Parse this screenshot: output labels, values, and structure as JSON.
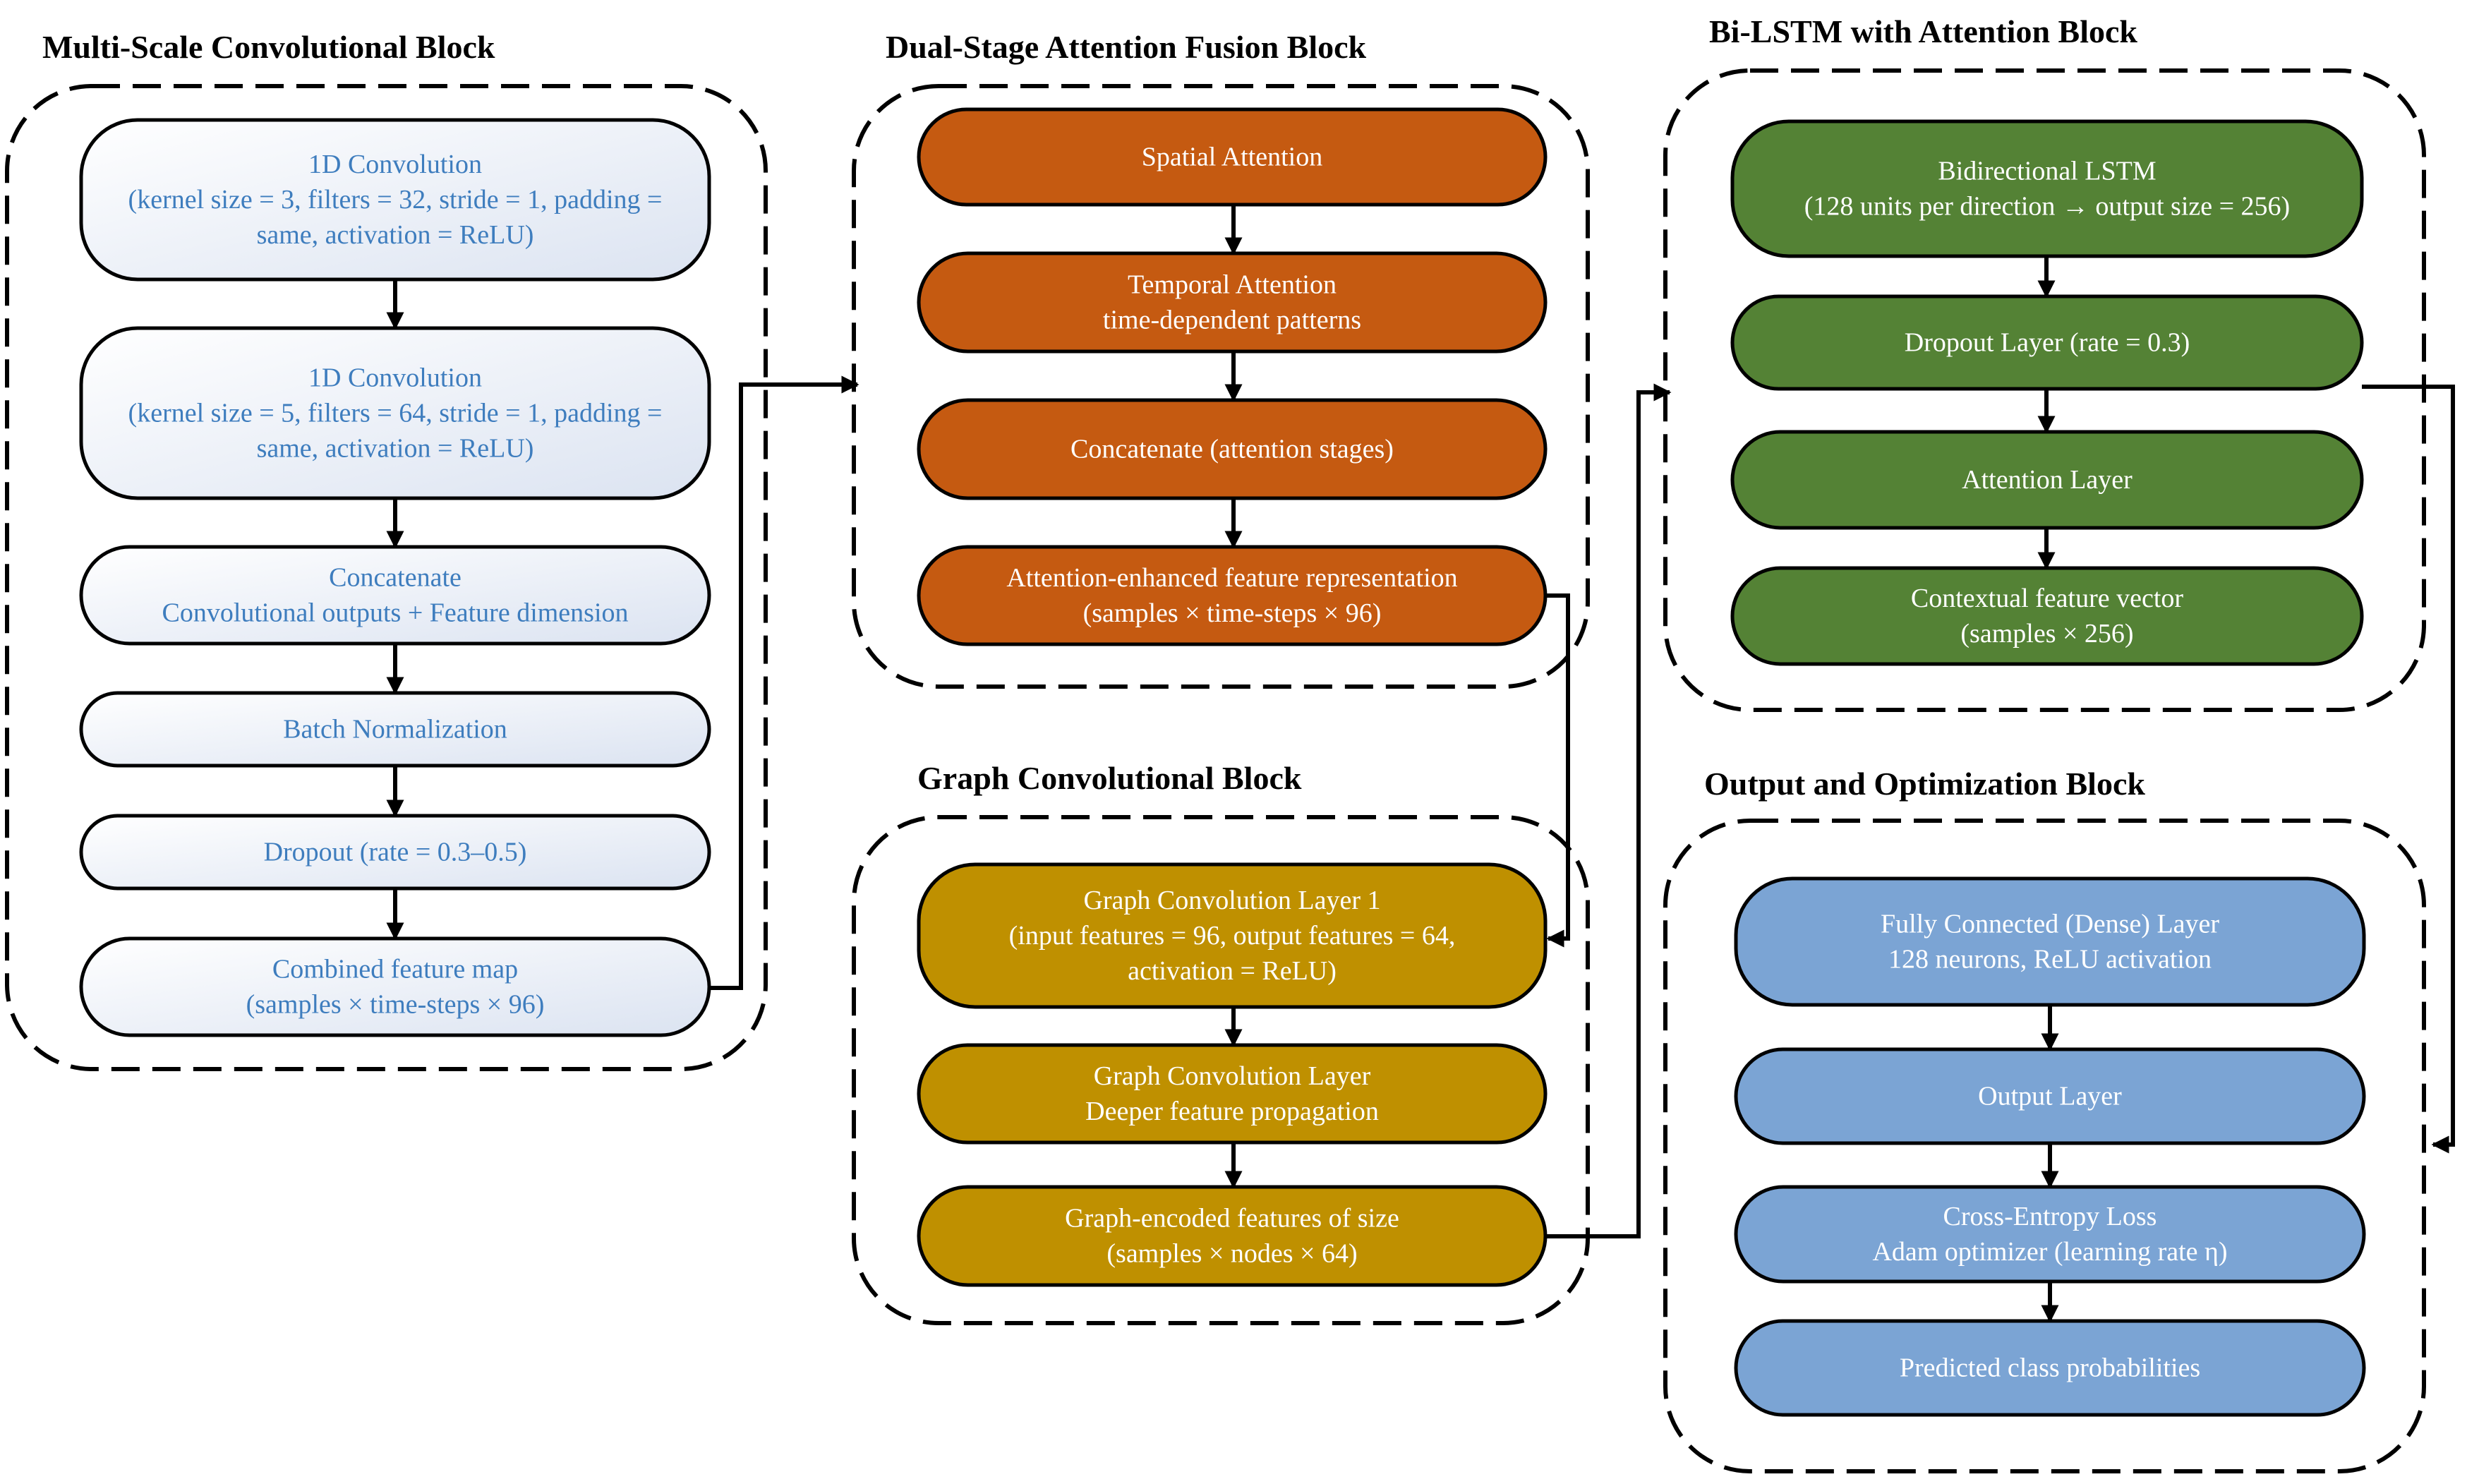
{
  "blocks": {
    "multiscale": {
      "title": "Multi-Scale Convolutional Block",
      "nodes": [
        [
          "1D Convolution",
          "(kernel size = 3, filters = 32, stride = 1, padding =",
          "same, activation = ReLU)"
        ],
        [
          "1D Convolution",
          "(kernel size = 5, filters = 64, stride = 1, padding =",
          "same, activation = ReLU)"
        ],
        [
          "Concatenate",
          "Convolutional outputs + Feature dimension"
        ],
        [
          "Batch Normalization"
        ],
        [
          "Dropout (rate = 0.3–0.5)"
        ],
        [
          "Combined feature map",
          "(samples × time-steps × 96)"
        ]
      ]
    },
    "attention": {
      "title": "Dual-Stage Attention Fusion Block",
      "nodes": [
        [
          "Spatial Attention"
        ],
        [
          "Temporal Attention",
          "time-dependent patterns"
        ],
        [
          "Concatenate (attention stages)"
        ],
        [
          "Attention-enhanced feature representation",
          "(samples × time-steps × 96)"
        ]
      ]
    },
    "graph": {
      "title": "Graph Convolutional Block",
      "nodes": [
        [
          "Graph Convolution Layer 1",
          "(input features = 96, output features = 64,",
          "activation = ReLU)"
        ],
        [
          "Graph Convolution Layer",
          "Deeper feature propagation"
        ],
        [
          "Graph-encoded features of size",
          "(samples × nodes × 64)"
        ]
      ]
    },
    "bilstm": {
      "title": "Bi-LSTM with Attention Block",
      "nodes": [
        [
          "Bidirectional LSTM",
          "(128 units per direction → output size = 256)"
        ],
        [
          "Dropout Layer (rate = 0.3)"
        ],
        [
          "Attention Layer"
        ],
        [
          "Contextual feature vector",
          "(samples × 256)"
        ]
      ]
    },
    "output": {
      "title": "Output and Optimization Block",
      "nodes": [
        [
          "Fully Connected (Dense) Layer",
          "128 neurons, ReLU activation"
        ],
        [
          "Output Layer"
        ],
        [
          "Cross-Entropy Loss",
          "Adam optimizer (learning rate η)"
        ],
        [
          "Predicted class probabilities"
        ]
      ]
    }
  },
  "colors": {
    "multiscale_fill_light": "#ffffff",
    "multiscale_fill_dark": "#dbe3f1",
    "multiscale_text": "#3e7dbe",
    "attention_fill": "#c55a11",
    "graph_fill": "#bf9000",
    "bilstm_fill": "#548235",
    "output_fill": "#7ba4d4",
    "filled_text": "#ffffff"
  }
}
